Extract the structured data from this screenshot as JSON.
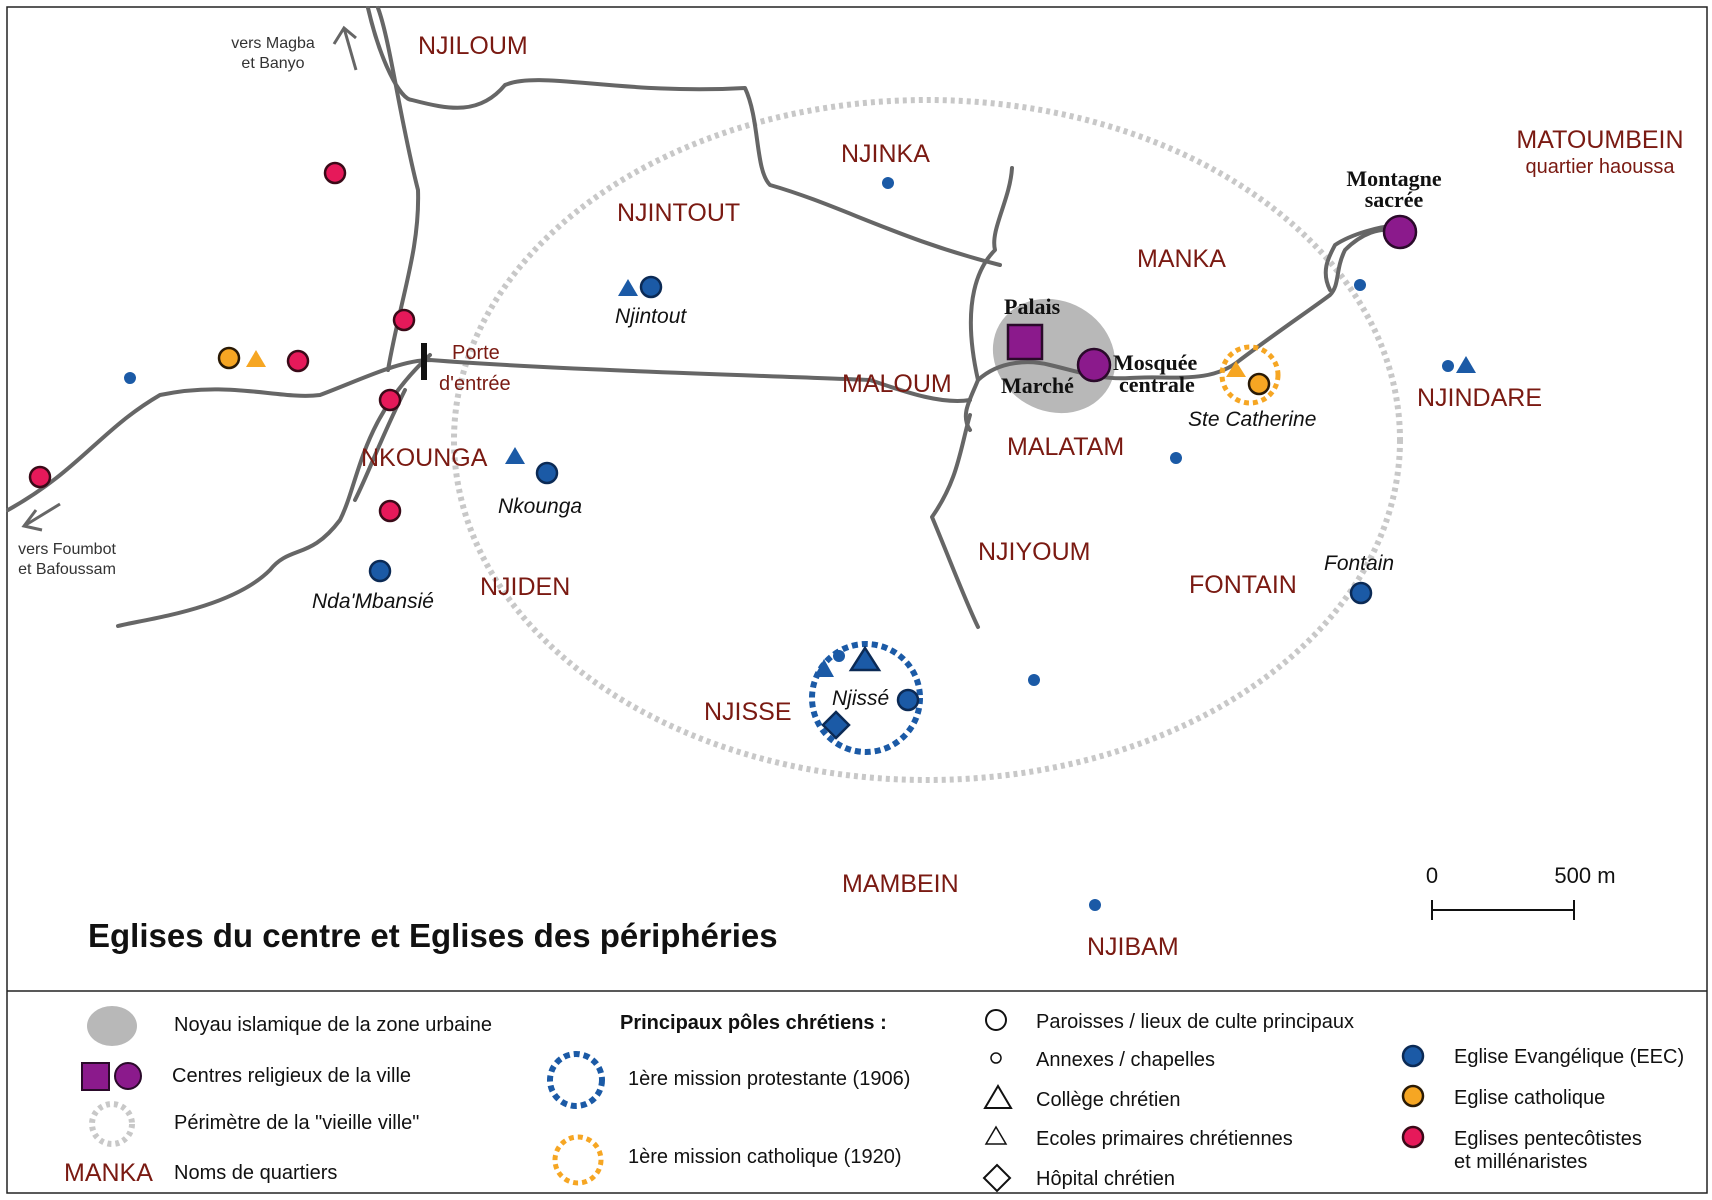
{
  "title": "Eglises du centre et Eglises des périphéries",
  "colors": {
    "evangelical": "#1b5aa6",
    "catholic": "#f6a623",
    "pentecostal": "#e6195a",
    "religious_center": "#8b1a8c",
    "quarter_label": "#7a1a12",
    "road": "#666666",
    "perimeter": "#c8c8c8"
  },
  "directions": {
    "north": [
      "vers Magba",
      "et Banyo"
    ],
    "southwest": [
      "vers Foumbot",
      "et Bafoussam"
    ]
  },
  "quarters": {
    "njiloum": "NJILOUM",
    "njinka": "NJINKA",
    "matoumbein": "MATOUMBEIN",
    "matoumbein_sub": "quartier haoussa",
    "njintout": "NJINTOUT",
    "manka": "MANKA",
    "maloum": "MALOUM",
    "njindare": "NJINDARE",
    "nkounga": "NKOUNGA",
    "malatam": "MALATAM",
    "njiyoum": "NJIYOUM",
    "fontain": "FONTAIN",
    "njiden": "NJIDEN",
    "njisse": "NJISSE",
    "mambein": "MAMBEIN",
    "njibam": "NJIBAM"
  },
  "places": {
    "njintout": "Njintout",
    "nkounga": "Nkounga",
    "ndambansie": "Nda'Mbansié",
    "njisse": "Njissé",
    "fontain": "Fontain",
    "ste_catherine": "Ste Catherine"
  },
  "landmarks": {
    "porte": [
      "Porte",
      "d'entrée"
    ],
    "palais": "Palais",
    "marche": "Marché",
    "mosquee": [
      "Mosquée",
      "centrale"
    ],
    "montagne": [
      "Montagne",
      "sacrée"
    ]
  },
  "scale": {
    "zero": "0",
    "label": "500 m"
  },
  "legend": {
    "col1": [
      "Noyau islamique de la zone urbaine",
      "Centres religieux de la ville",
      "Périmètre de la \"vieille ville\"",
      "Noms de quartiers"
    ],
    "sample_quarter": "MANKA",
    "col2_title": "Principaux pôles chrétiens :",
    "col2": [
      "1ère mission protestante (1906)",
      "1ère mission catholique (1920)"
    ],
    "col3": [
      "Paroisses / lieux de culte principaux",
      "Annexes / chapelles",
      "Collège chrétien",
      "Ecoles primaires chrétiennes",
      "Hôpital chrétien"
    ],
    "col4": [
      "Eglise Evangélique (EEC)",
      "Eglise catholique",
      [
        "Eglises pentecôtistes",
        "et millénaristes"
      ]
    ]
  }
}
